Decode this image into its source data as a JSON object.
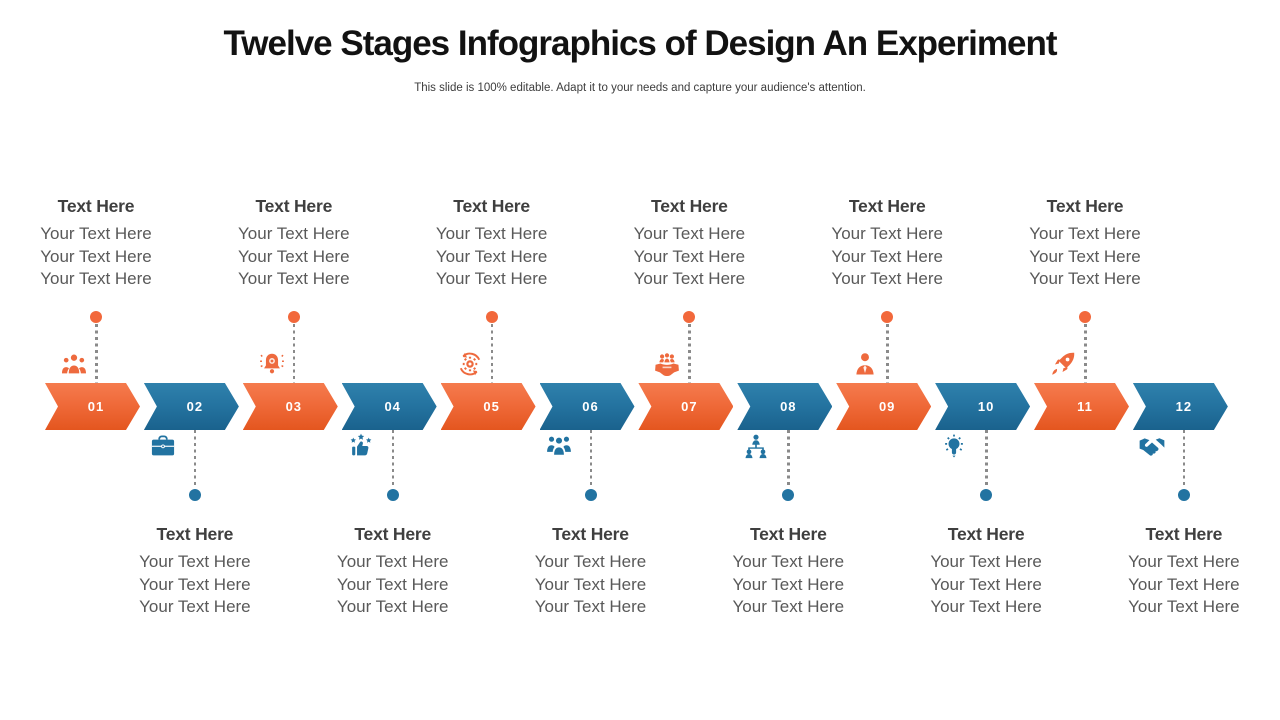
{
  "slide": {
    "title": "Twelve Stages Infographics of Design An Experiment",
    "subtitle": "This slide is 100% editable. Adapt it to your needs and capture your audience's attention."
  },
  "colors": {
    "orange": "#EE6A3E",
    "orange_dark": "#E4561F",
    "blue": "#2273A1",
    "blue_dark": "#1A628D",
    "heading_text": "#3F3F3F",
    "body_text": "#595959",
    "connector_gray": "#8A8A8A",
    "number_text": "#FFFFFF"
  },
  "stages": [
    {
      "number": "01",
      "color": "orange",
      "position": "top",
      "icon": "users-group-icon",
      "heading": "Text Here",
      "lines": [
        "Your Text Here",
        "Your Text Here",
        "Your Text Here"
      ]
    },
    {
      "number": "02",
      "color": "blue",
      "position": "bottom",
      "icon": "briefcase-icon",
      "heading": "Text Here",
      "lines": [
        "Your Text Here",
        "Your Text Here",
        "Your Text Here"
      ]
    },
    {
      "number": "03",
      "color": "orange",
      "position": "top",
      "icon": "alarm-bell-icon",
      "heading": "Text Here",
      "lines": [
        "Your Text Here",
        "Your Text Here",
        "Your Text Here"
      ]
    },
    {
      "number": "04",
      "color": "blue",
      "position": "bottom",
      "icon": "thumbs-up-stars-icon",
      "heading": "Text Here",
      "lines": [
        "Your Text Here",
        "Your Text Here",
        "Your Text Here"
      ]
    },
    {
      "number": "05",
      "color": "orange",
      "position": "top",
      "icon": "gear-sync-icon",
      "heading": "Text Here",
      "lines": [
        "Your Text Here",
        "Your Text Here",
        "Your Text Here"
      ]
    },
    {
      "number": "06",
      "color": "blue",
      "position": "bottom",
      "icon": "team-group-icon",
      "heading": "Text Here",
      "lines": [
        "Your Text Here",
        "Your Text Here",
        "Your Text Here"
      ]
    },
    {
      "number": "07",
      "color": "orange",
      "position": "top",
      "icon": "hands-community-icon",
      "heading": "Text Here",
      "lines": [
        "Your Text Here",
        "Your Text Here",
        "Your Text Here"
      ]
    },
    {
      "number": "08",
      "color": "blue",
      "position": "bottom",
      "icon": "hierarchy-icon",
      "heading": "Text Here",
      "lines": [
        "Your Text Here",
        "Your Text Here",
        "Your Text Here"
      ]
    },
    {
      "number": "09",
      "color": "orange",
      "position": "top",
      "icon": "businessman-icon",
      "heading": "Text Here",
      "lines": [
        "Your Text Here",
        "Your Text Here",
        "Your Text Here"
      ]
    },
    {
      "number": "10",
      "color": "blue",
      "position": "bottom",
      "icon": "lightbulb-idea-icon",
      "heading": "Text Here",
      "lines": [
        "Your Text Here",
        "Your Text Here",
        "Your Text Here"
      ]
    },
    {
      "number": "11",
      "color": "orange",
      "position": "top",
      "icon": "rocket-icon",
      "heading": "Text Here",
      "lines": [
        "Your Text Here",
        "Your Text Here",
        "Your Text Here"
      ]
    },
    {
      "number": "12",
      "color": "blue",
      "position": "bottom",
      "icon": "handshake-icon",
      "heading": "Text Here",
      "lines": [
        "Your Text Here",
        "Your Text Here",
        "Your Text Here"
      ]
    }
  ]
}
